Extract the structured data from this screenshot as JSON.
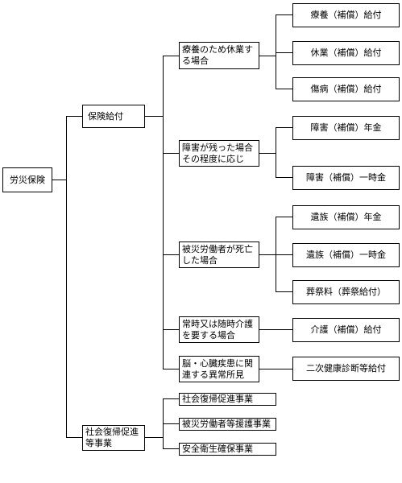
{
  "root": {
    "label": "労災保険"
  },
  "hoken_kyufu": {
    "label": "保険給付"
  },
  "shakai_fukki": {
    "label": "社会復帰促進等事業"
  },
  "cat_ryoyo": {
    "label": "療養のため休業する場合"
  },
  "cat_shogai": {
    "label": "障害が残った場合その程度に応じ"
  },
  "cat_shibo": {
    "label": "被災労働者が死亡した場合"
  },
  "cat_kaigo": {
    "label": "常時又は随時介護を要する場合"
  },
  "cat_nou": {
    "label": "脳・心臓疾患に関連する異常所見"
  },
  "ben_ryoyo": {
    "label": "療養（補償）給付"
  },
  "ben_kyugyo": {
    "label": "休業（補償）給付"
  },
  "ben_shobyo": {
    "label": "傷病（補償）給付"
  },
  "ben_shogai_nenkin": {
    "label": "障害（補償）年金"
  },
  "ben_shogai_ichiji": {
    "label": "障害（補償）一時金"
  },
  "ben_izoku_nenkin": {
    "label": "遺族（補償）年金"
  },
  "ben_izoku_ichiji": {
    "label": "遺族（補償）一時金"
  },
  "ben_sosairyo": {
    "label": "葬祭料（葬祭給付）"
  },
  "ben_kaigo": {
    "label": "介護（補償）給付"
  },
  "ben_niji": {
    "label": "二次健康診断等給付"
  },
  "jigyo_fukki": {
    "label": "社会復帰促進事業"
  },
  "jigyo_engo": {
    "label": "被災労働者等援護事業"
  },
  "jigyo_anzen": {
    "label": "安全衛生確保事業"
  }
}
